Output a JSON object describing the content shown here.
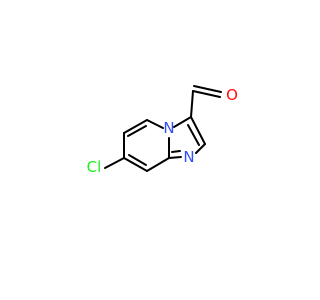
{
  "molecule": {
    "atoms": {
      "oxygen": {
        "label": "O",
        "color": "#ff0d0d"
      },
      "nitrogen_bridge": {
        "label": "N",
        "color": "#3050f8"
      },
      "nitrogen_imidazole": {
        "label": "N",
        "color": "#3050f8"
      },
      "chlorine": {
        "label": "Cl",
        "color": "#1ff01f"
      }
    },
    "bond_color": "#000000"
  }
}
